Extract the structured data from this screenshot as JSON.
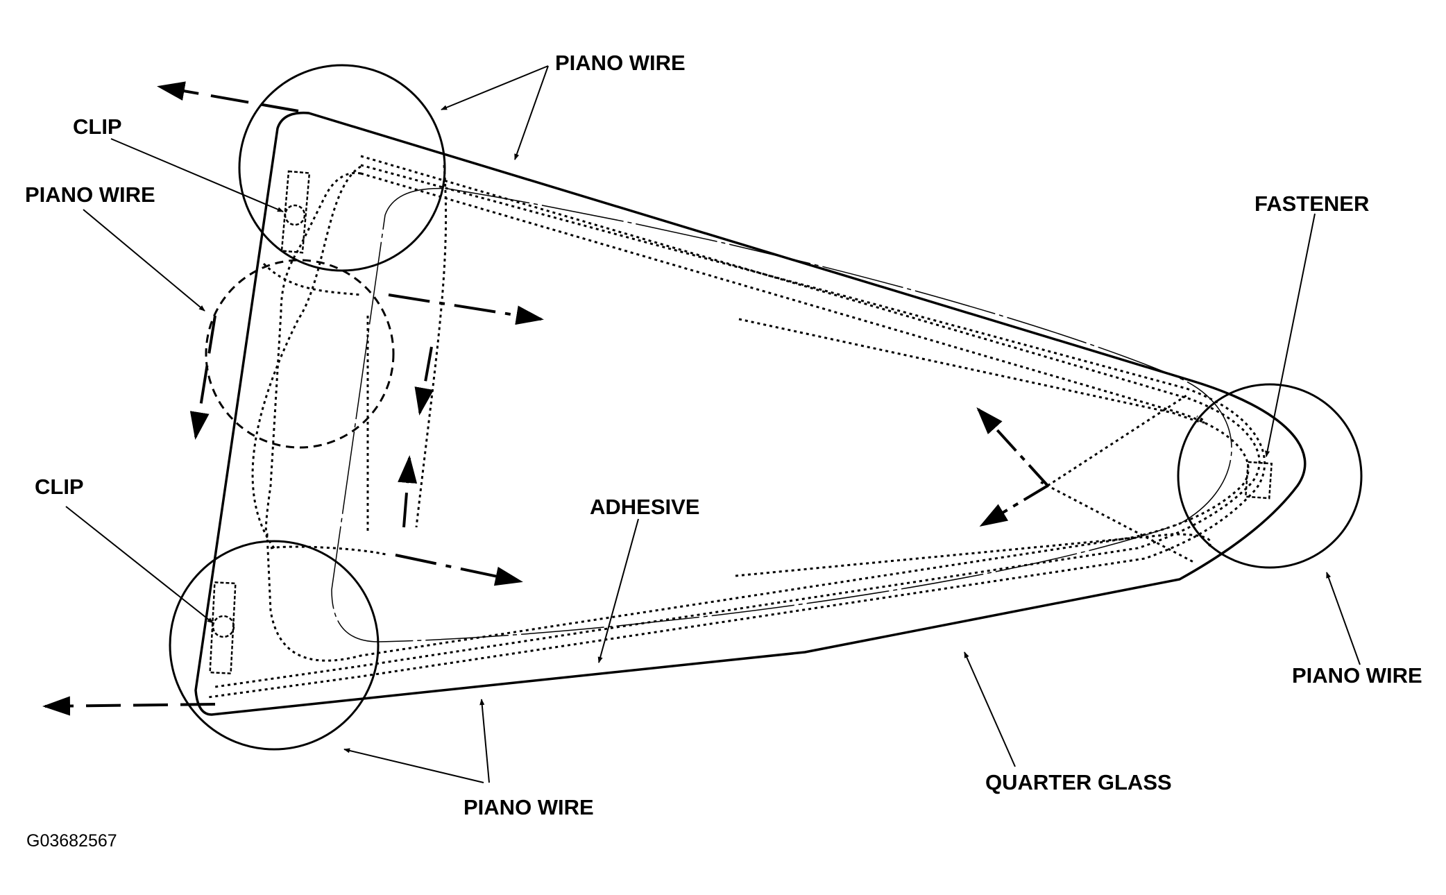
{
  "labels": {
    "piano_wire_top": "PIANO WIRE",
    "clip_top": "CLIP",
    "piano_wire_left": "PIANO WIRE",
    "clip_bottom": "CLIP",
    "adhesive": "ADHESIVE",
    "fastener": "FASTENER",
    "piano_wire_right": "PIANO WIRE",
    "quarter_glass": "QUARTER GLASS",
    "piano_wire_bottom": "PIANO WIRE"
  },
  "figure_id": "G03682567"
}
